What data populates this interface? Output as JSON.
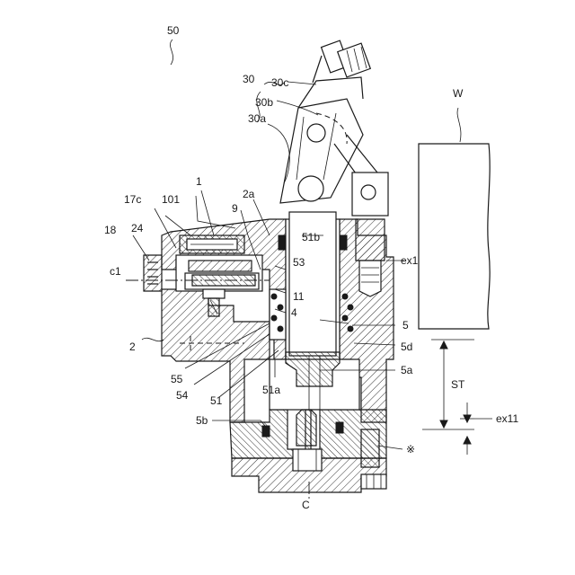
{
  "figure": {
    "labels": {
      "l50": "50",
      "l30": "30",
      "l30c": "30c",
      "l30b": "30b",
      "l30a": "30a",
      "lW": "W",
      "l1": "1",
      "l17c": "17c",
      "l101": "101",
      "l2a": "2a",
      "l9": "9",
      "l18": "18",
      "l24": "24",
      "l51b": "51b",
      "lex1": "ex1",
      "lc1": "c1",
      "l53": "53",
      "l11": "11",
      "l4": "4",
      "l5": "5",
      "l2": "2",
      "l5d": "5d",
      "l55": "55",
      "l5a": "5a",
      "l54": "54",
      "l51": "51",
      "l51a": "51a",
      "lST": "ST",
      "lex11": "ex11",
      "l5b": "5b",
      "lstar": "※",
      "lC": "C"
    }
  }
}
